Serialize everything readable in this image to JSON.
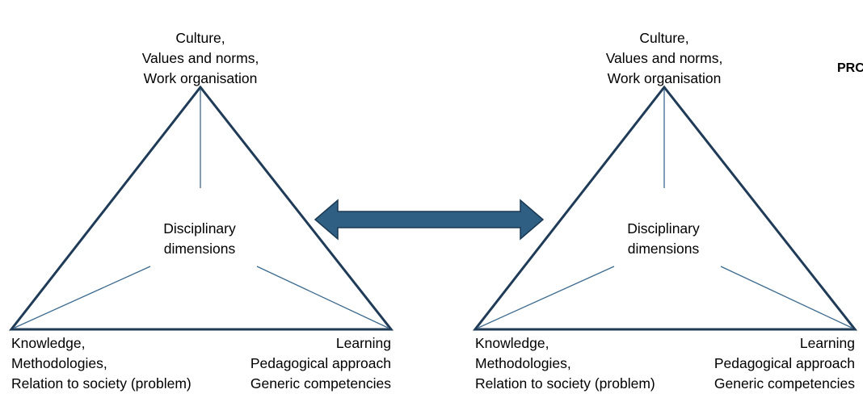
{
  "left_triangle": {
    "top_label": [
      "Culture,",
      "Values and norms,",
      "Work organisation"
    ],
    "center_label": [
      "Disciplinary",
      "dimensions"
    ],
    "bottom_left_label": [
      "Knowledge,",
      "Methodologies,",
      "Relation to society (problem)"
    ],
    "bottom_right_label": [
      "Learning",
      "Pedagogical approach",
      "Generic competencies"
    ]
  },
  "right_triangle": {
    "top_label": [
      "Culture,",
      "Values and norms,",
      "Work organisation"
    ],
    "center_label": [
      "Disciplinary",
      "dimensions"
    ],
    "bottom_left_label": [
      "Knowledge,",
      "Methodologies,",
      "Relation to society (problem)"
    ],
    "bottom_right_label": [
      "Learning",
      "Pedagogical approach",
      "Generic competencies"
    ]
  },
  "cut_off_text": "PRC",
  "colors": {
    "triangle_stroke": "#1f3b57",
    "inner_line": "#3d6a8f",
    "arrow_fill": "#2f5f82",
    "arrow_stroke": "#1b3953"
  }
}
